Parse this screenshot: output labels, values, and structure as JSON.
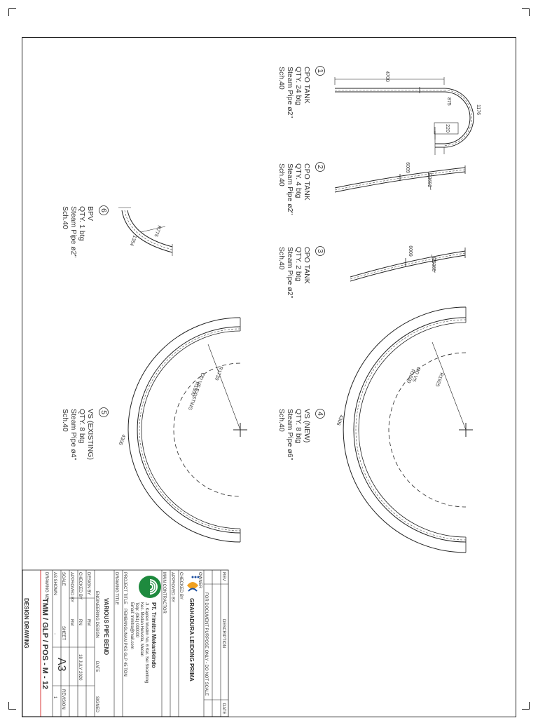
{
  "items": [
    {
      "num": "1",
      "lines": [
        "CPO TANK",
        "QTY. 24 btg",
        "Steam Pipe ø2\"",
        "Sch.40"
      ],
      "dims": [
        "4700",
        "1176",
        "875",
        "220"
      ]
    },
    {
      "num": "2",
      "lines": [
        "CPO TANK",
        "QTY. 4 btg",
        "Steam Pipe ø2\"",
        "Sch.40"
      ],
      "dims": [
        "6009",
        "R3692"
      ]
    },
    {
      "num": "3",
      "lines": [
        "CPO TANK",
        "QTY. 2 btg",
        "Steam Pipe ø2\"",
        "Sch.40"
      ],
      "dims": [
        "6009",
        "R5060"
      ]
    },
    {
      "num": "4",
      "lines": [
        "VS (NEW)",
        "QTY. 8 btg",
        "Steam Pipe ø6\"",
        "Sch.40"
      ],
      "dims": [
        "R1925",
        "OD VS",
        "R1600",
        "4306"
      ]
    },
    {
      "num": "5",
      "lines": [
        "VS (EXISTING)",
        "QTY. 8 btg",
        "Steam Pipe ø4\"",
        "Sch.40"
      ],
      "dims": [
        "R1730",
        "OD VS EXISTING",
        "R1500",
        "4306"
      ]
    },
    {
      "num": "6",
      "lines": [
        "BPV",
        "QTY. 1 btg",
        "Steam Pipe ø2\"",
        "Sch.40"
      ],
      "dims": [
        "R775",
        "1354"
      ]
    }
  ],
  "title_block": {
    "rev_label": "REV",
    "description_label": "DESCRIPTION",
    "date_label": "DATE",
    "owner_label": "OWNER",
    "issue_note": "FOR DOCUMENT PURPOSE ONLY - DO NOT SCALE",
    "owner_name": "GRAHADURA LEIDONG PRIMA",
    "checked_by_label": "CHECKED BY",
    "approved_by_label": "APPROVED BY",
    "main_contractor_label": "MAIN CONTRACTOR",
    "contractor_name": "PT. Trimitra Mekanikindo",
    "contractor_address": [
      "Jl. Kapten Muslim No. 6 Kel. Sei Sikambing",
      "Kec. Medan Helvetia, Medan",
      "Telp: (061) 000000",
      "Email: trimitra@mail.com"
    ],
    "project_title_label": "PROJECT TITLE",
    "project_title": "PEMBANGUNAN PKS GLP 45 TON",
    "drawing_title_label": "DRAWING TITLE",
    "drawing_title": "VARIOUS PIPE BEND",
    "engineering_design_label": "ENGINEERING DESIGN",
    "date_col_label": "DATE",
    "signed_label": "SIGNED",
    "rows": [
      {
        "role": "DESIGN BY",
        "name": "RM",
        "date": ""
      },
      {
        "role": "CHECKED BY",
        "name": "RN",
        "date": "18 JULY 2020"
      },
      {
        "role": "APPROVED BY",
        "name": "RM",
        "date": ""
      }
    ],
    "scale_label": "SCALE",
    "scale_value": "AS SHOWN",
    "sheet_label": "SHEET",
    "sheet_value": "-",
    "size_value": "A3",
    "revision_label": "REVISION",
    "revision_value": "1",
    "drawing_no_label": "DRAWING NO.",
    "drawing_no": "TMM / GLP / POS - M - 12",
    "footer": "DESIGN DRAWING"
  },
  "colors": {
    "line": "#222222",
    "accent_red": "#d83a3a",
    "logo_green": "#1e8a3e",
    "logo_orange": "#f0a020",
    "logo_blue": "#1a4ea0"
  }
}
